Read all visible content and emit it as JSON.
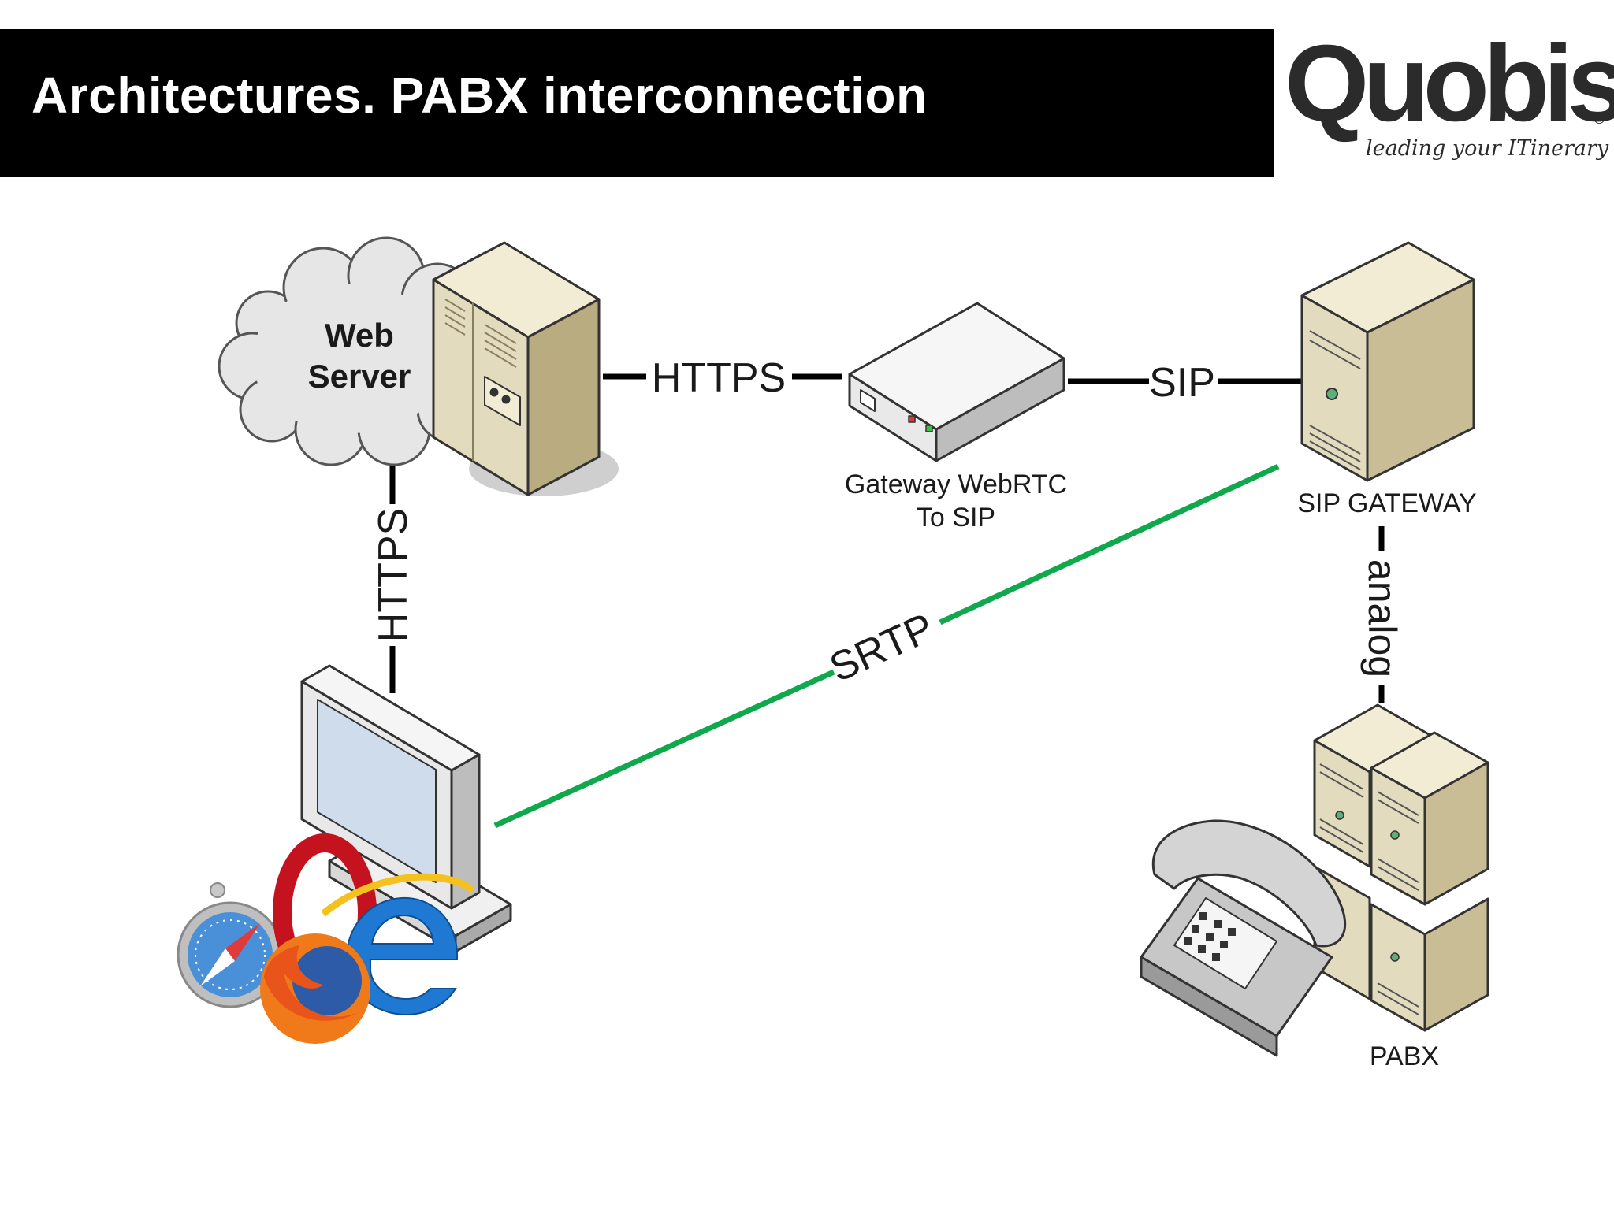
{
  "title": "Architectures. PABX interconnection",
  "logo": {
    "name": "Quobis",
    "registered_mark": "®",
    "tagline": "leading your ITinerary"
  },
  "diagram": {
    "nodes": {
      "web_server": {
        "label_line1": "Web",
        "label_line2": "Server"
      },
      "gateway": {
        "label_line1": "Gateway WebRTC",
        "label_line2": "To SIP"
      },
      "sip_gateway": {
        "label": "SIP GATEWAY"
      },
      "pabx": {
        "label": "PABX"
      },
      "client": {
        "icons": [
          "computer-monitor-icon",
          "safari-icon",
          "opera-icon",
          "firefox-icon",
          "internet-explorer-icon"
        ]
      }
    },
    "links": {
      "web_to_gateway": "HTTPS",
      "gateway_to_sip": "SIP",
      "web_to_client": "HTTPS",
      "client_to_sip_gateway": "SRTP",
      "sip_gateway_to_pabx": "analog"
    },
    "colors": {
      "media_link": "#10a84c",
      "signal_link": "#000000",
      "server_body": "#e3dbbd",
      "cloud": "#e6e6e6"
    }
  }
}
